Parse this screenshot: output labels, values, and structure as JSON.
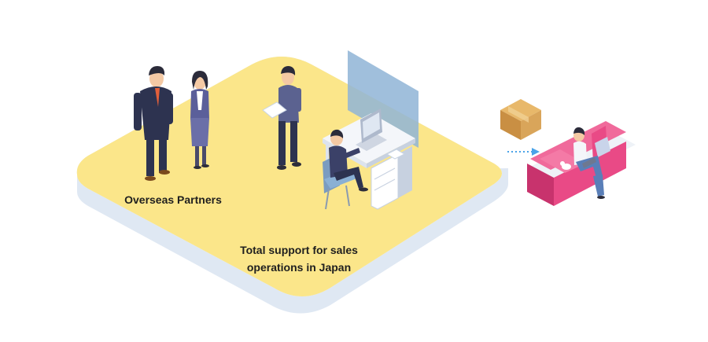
{
  "labels": {
    "overseas_partners": "Overseas Partners",
    "support_line1": "Total support for sales",
    "support_line2": "operations in Japan"
  },
  "colors": {
    "platform": "#fbe68a",
    "platform_edge": "#dfe8f3",
    "sofa": "#e94a86",
    "box": "#d9a55a",
    "speech_bubble": "#8fb4d6",
    "arrow": "#4aa3e8",
    "text": "#1f1f1f"
  },
  "icons": {
    "package": "cardboard-box-icon",
    "arrow": "dotted-right-arrow-icon"
  }
}
